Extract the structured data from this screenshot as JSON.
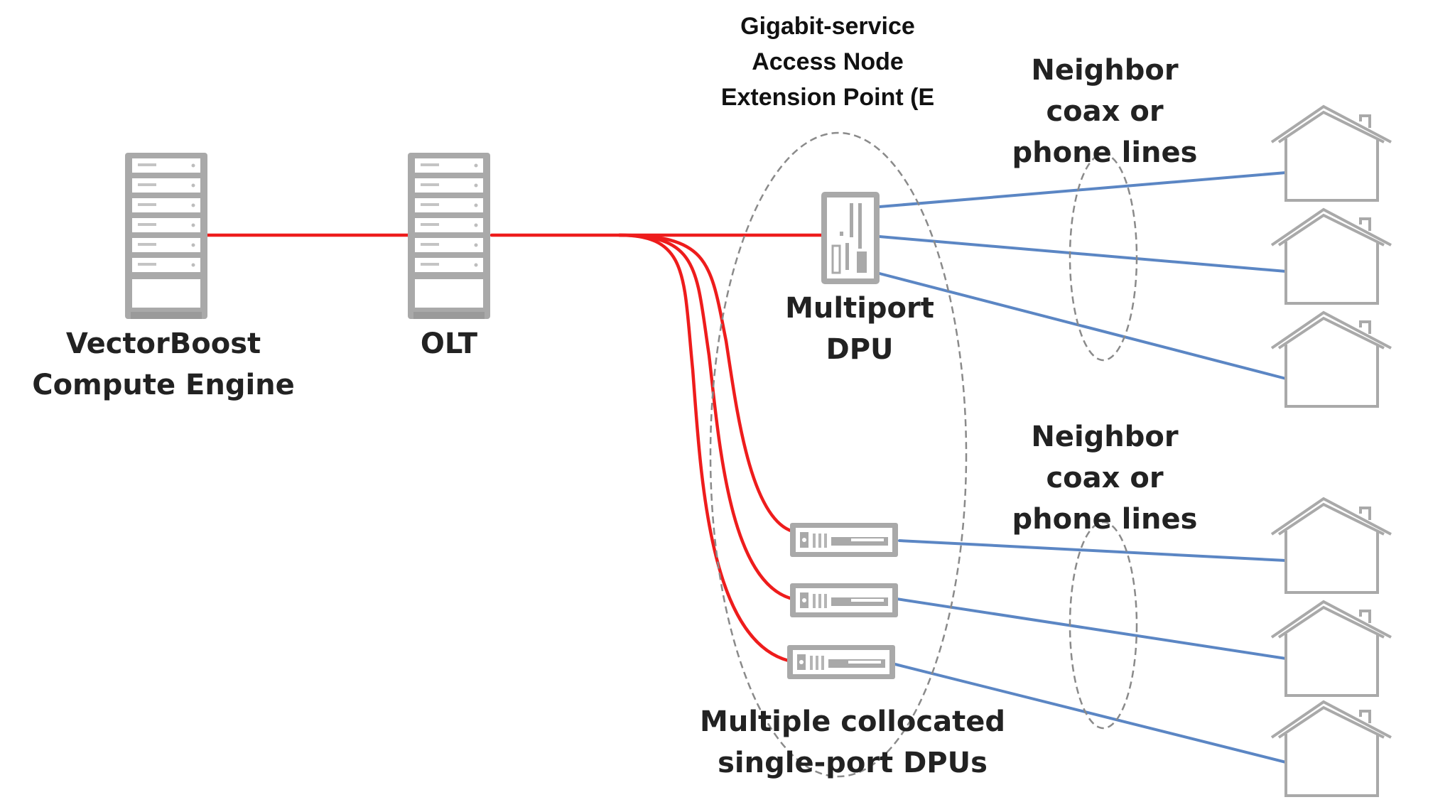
{
  "labels": {
    "server": [
      "VectorBoost",
      "Compute Engine"
    ],
    "olt": "OLT",
    "enp": [
      "Gigabit-service",
      "Access Node",
      "Extension Point (E"
    ],
    "multiport": [
      "Multiport",
      "DPU"
    ],
    "collocated": [
      "Multiple collocated",
      "single-port DPUs"
    ],
    "neighbor_top": [
      "Neighbor",
      "coax or",
      "phone lines"
    ],
    "neighbor_bottom": [
      "Neighbor",
      "coax or",
      "phone lines"
    ]
  },
  "icons": {
    "server": "server-rack-icon",
    "olt": "olt-rack-icon",
    "multiport": "multiport-dpu-icon",
    "single_port": "single-port-dpu-icon",
    "house": "house-icon"
  },
  "colors": {
    "fiber": "#ee1c1c",
    "copper": "#5b86c4",
    "equipment": "#a9a9a9",
    "dashed": "#8a8a8a",
    "text": "#222222"
  }
}
